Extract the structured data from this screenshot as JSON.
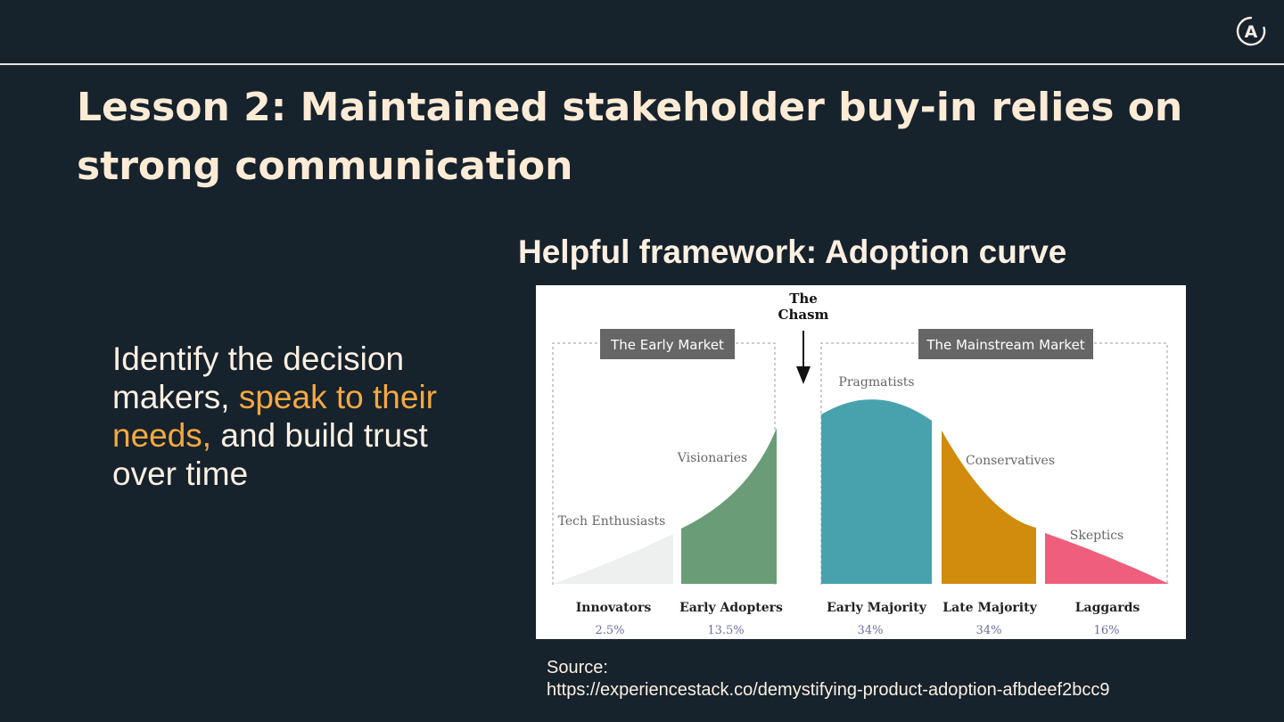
{
  "slide": {
    "title": "Lesson 2: Maintained stakeholder buy-in relies on strong communication",
    "body": {
      "part1": "Identify the decision makers,",
      "highlight": "speak to their needs,",
      "part2": "and build trust over time"
    },
    "subtitle": "Helpful framework: Adoption curve",
    "source_label": "Source:",
    "source_url": "https://experiencestack.co/demystifying-product-adoption-afbdeef2bcc9"
  },
  "logo": {
    "icon": "a-circle-logo-icon",
    "letter": "A"
  },
  "diagram": {
    "chasm_line1": "The",
    "chasm_line2": "Chasm",
    "early_market": "The Early Market",
    "mainstream_market": "The Mainstream Market",
    "groups": [
      {
        "label": "Tech Enthusiasts",
        "name": "Innovators",
        "percent": "2.5%",
        "color": "#eef0ef"
      },
      {
        "label": "Visionaries",
        "name": "Early Adopters",
        "percent": "13.5%",
        "color": "#6a9d77"
      },
      {
        "label": "Pragmatists",
        "name": "Early Majority",
        "percent": "34%",
        "color": "#48a2ae"
      },
      {
        "label": "Conservatives",
        "name": "Late Majority",
        "percent": "34%",
        "color": "#d18b0d"
      },
      {
        "label": "Skeptics",
        "name": "Laggards",
        "percent": "16%",
        "color": "#ef5e7c"
      }
    ]
  }
}
